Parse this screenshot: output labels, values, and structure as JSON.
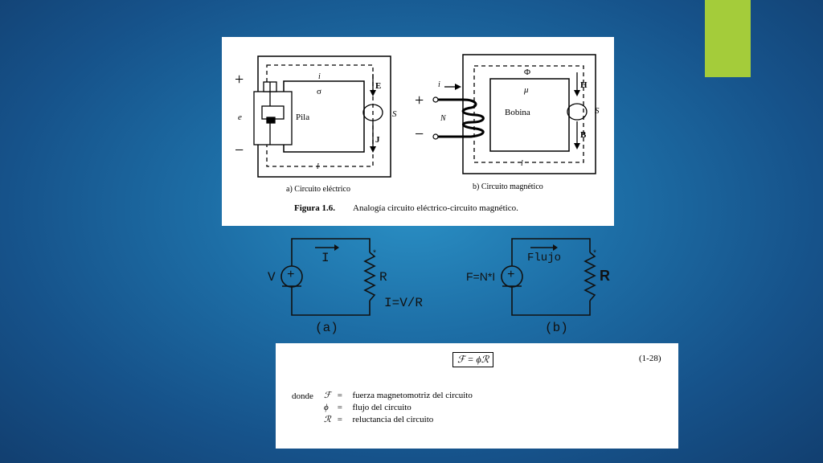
{
  "slide": {
    "accent_color": "#a4cc3a"
  },
  "figure_1_6": {
    "caption_number": "Figura 1.6.",
    "caption_text": "Analogía circuito eléctrico-circuito magnético.",
    "electric": {
      "label": "a) Circuito eléctrico",
      "plus": "+",
      "minus": "−",
      "emf": "e",
      "current": "i",
      "conductivity": "σ",
      "source": "Pila",
      "field_E": "E",
      "density_J": "J",
      "surface": "S",
      "length": "l"
    },
    "magnetic": {
      "label": "b) Circuito magnético",
      "plus": "+",
      "minus": "−",
      "current": "i",
      "turns": "N",
      "flux": "Φ",
      "permeability": "μ",
      "coil": "Bobina",
      "field_H": "H",
      "induction_B": "B",
      "surface": "S",
      "length": "l"
    }
  },
  "circuits": {
    "a": {
      "source": "V",
      "current": "I",
      "resistor": "R",
      "equation": "I=V/R",
      "label": "(a)",
      "dot": "*"
    },
    "b": {
      "source": "F=N*I",
      "current": "Flujo",
      "resistor": "R",
      "label": "(b)",
      "dot": "*"
    }
  },
  "equation_box": {
    "formula": "ℱ = ϕℛ",
    "number": "(1-28)",
    "donde": "donde",
    "definitions": [
      {
        "symbol": "ℱ",
        "eq": "=",
        "text": "fuerza magnetomotriz del circuito"
      },
      {
        "symbol": "ϕ",
        "eq": "=",
        "text": "flujo del circuito"
      },
      {
        "symbol": "ℛ",
        "eq": "=",
        "text": "reluctancia del circuito"
      }
    ]
  }
}
